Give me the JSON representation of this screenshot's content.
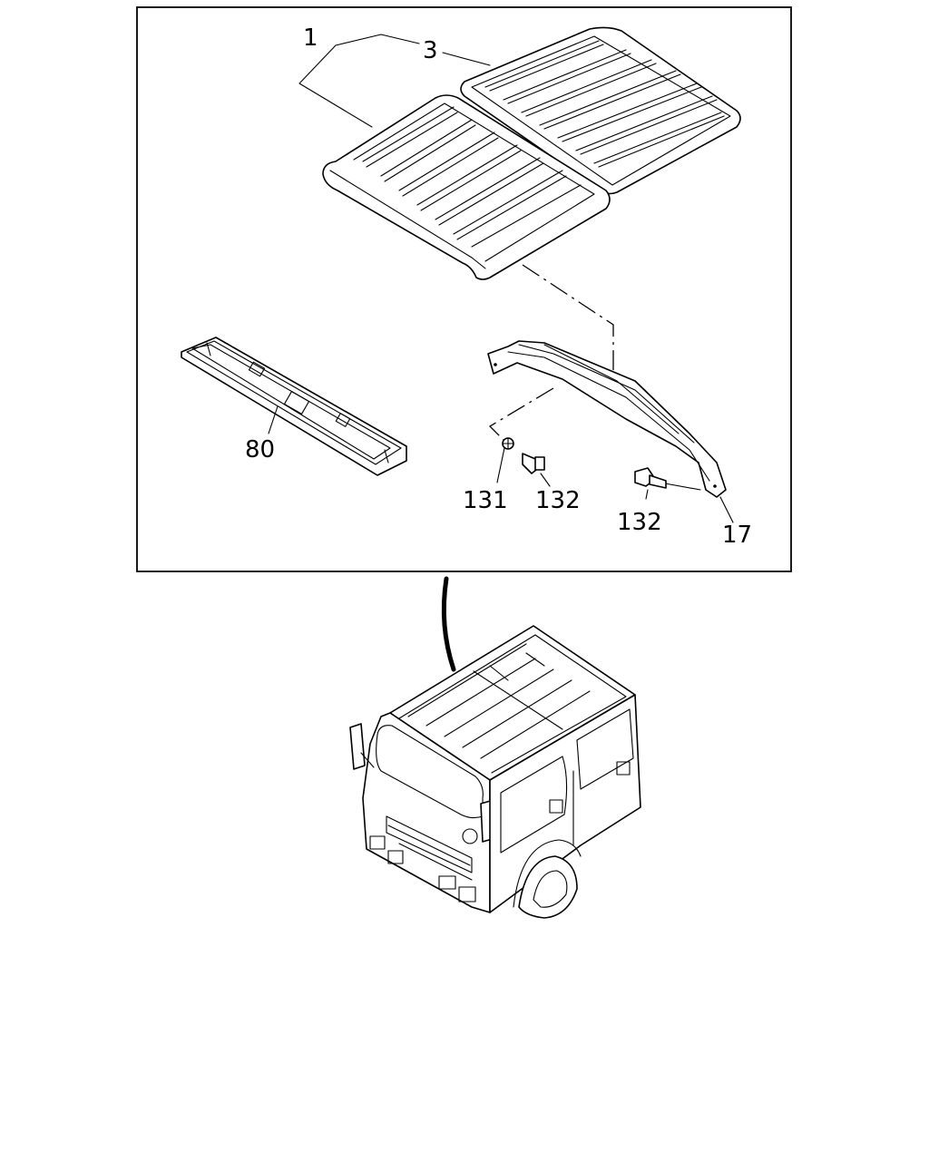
{
  "callouts": {
    "c1": "1",
    "c3": "3",
    "c80": "80",
    "c131": "131",
    "c132a": "132",
    "c132b": "132",
    "c17": "17"
  },
  "colors": {
    "line": "#000000",
    "paper": "#ffffff"
  }
}
